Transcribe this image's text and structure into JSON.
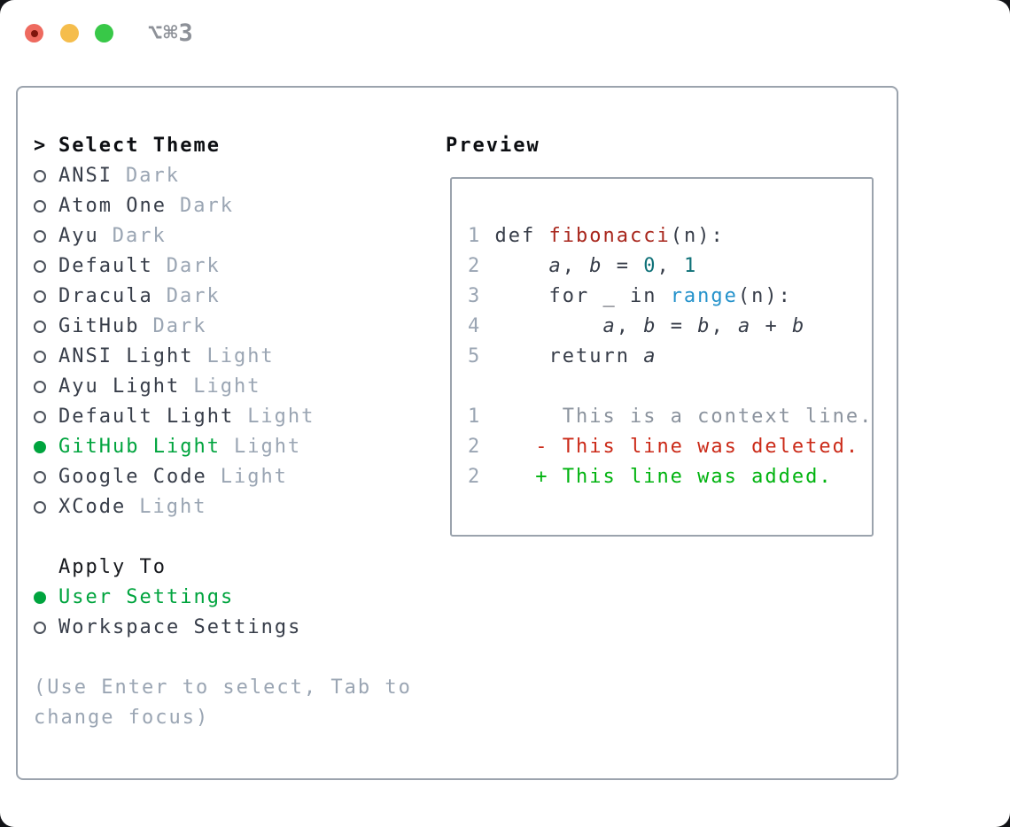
{
  "window": {
    "title_shortcut": "⌥⌘3",
    "controls": [
      {
        "name": "close"
      },
      {
        "name": "minimize"
      },
      {
        "name": "zoom"
      }
    ]
  },
  "theme_panel": {
    "header_prefix": ">",
    "header": "Select Theme",
    "items": [
      {
        "name": "ANSI",
        "tag": "Dark",
        "selected": false
      },
      {
        "name": "Atom One",
        "tag": "Dark",
        "selected": false
      },
      {
        "name": "Ayu",
        "tag": "Dark",
        "selected": false
      },
      {
        "name": "Default",
        "tag": "Dark",
        "selected": false
      },
      {
        "name": "Dracula",
        "tag": "Dark",
        "selected": false
      },
      {
        "name": "GitHub",
        "tag": "Dark",
        "selected": false
      },
      {
        "name": "ANSI Light",
        "tag": "Light",
        "selected": false
      },
      {
        "name": "Ayu Light",
        "tag": "Light",
        "selected": false
      },
      {
        "name": "Default Light",
        "tag": "Light",
        "selected": false
      },
      {
        "name": "GitHub Light",
        "tag": "Light",
        "selected": true
      },
      {
        "name": "Google Code",
        "tag": "Light",
        "selected": false
      },
      {
        "name": "XCode",
        "tag": "Light",
        "selected": false
      }
    ],
    "apply_to": {
      "header": "Apply To",
      "options": [
        {
          "name": "User Settings",
          "selected": true
        },
        {
          "name": "Workspace Settings",
          "selected": false
        }
      ]
    },
    "hint": "(Use Enter to select, Tab to change focus)"
  },
  "preview": {
    "header": "Preview",
    "code_lines": [
      {
        "num": "1",
        "segments": [
          {
            "t": "def ",
            "c": "code"
          },
          {
            "t": "fibonacci",
            "c": "func"
          },
          {
            "t": "(n):",
            "c": "code"
          }
        ]
      },
      {
        "num": "2",
        "segments": [
          {
            "t": "    ",
            "c": "code"
          },
          {
            "t": "a",
            "c": "var"
          },
          {
            "t": ", ",
            "c": "code"
          },
          {
            "t": "b",
            "c": "var"
          },
          {
            "t": " = ",
            "c": "code"
          },
          {
            "t": "0",
            "c": "num"
          },
          {
            "t": ", ",
            "c": "code"
          },
          {
            "t": "1",
            "c": "num"
          }
        ]
      },
      {
        "num": "3",
        "segments": [
          {
            "t": "    for _ in ",
            "c": "code"
          },
          {
            "t": "range",
            "c": "builtin"
          },
          {
            "t": "(n):",
            "c": "code"
          }
        ]
      },
      {
        "num": "4",
        "segments": [
          {
            "t": "        ",
            "c": "code"
          },
          {
            "t": "a",
            "c": "var"
          },
          {
            "t": ", ",
            "c": "code"
          },
          {
            "t": "b",
            "c": "var"
          },
          {
            "t": " = ",
            "c": "code"
          },
          {
            "t": "b",
            "c": "var"
          },
          {
            "t": ", ",
            "c": "code"
          },
          {
            "t": "a",
            "c": "var"
          },
          {
            "t": " + ",
            "c": "code"
          },
          {
            "t": "b",
            "c": "var"
          }
        ]
      },
      {
        "num": "5",
        "segments": [
          {
            "t": "    return ",
            "c": "code"
          },
          {
            "t": "a",
            "c": "var"
          }
        ]
      }
    ],
    "diff_lines": [
      {
        "num": "1",
        "marker": " ",
        "text": "This is a context line.",
        "kind": "context"
      },
      {
        "num": "2",
        "marker": "-",
        "text": "This line was deleted.",
        "kind": "deleted"
      },
      {
        "num": "2",
        "marker": "+",
        "text": "This line was added.",
        "kind": "added"
      }
    ]
  },
  "colors": {
    "selection_green": "#00a43e",
    "diff_added": "#00b30f",
    "diff_deleted": "#cb2a18",
    "diff_context": "#8b939e",
    "syntax_function": "#a8261c",
    "syntax_number": "#0f7178",
    "syntax_builtin": "#2492cb",
    "code_default": "#373d49",
    "muted_gray": "#9aa5b3",
    "border_gray": "#9ba3ad",
    "traffic_red": "#ee6a5f",
    "traffic_yellow": "#f5bd4c",
    "traffic_green": "#38c848"
  }
}
